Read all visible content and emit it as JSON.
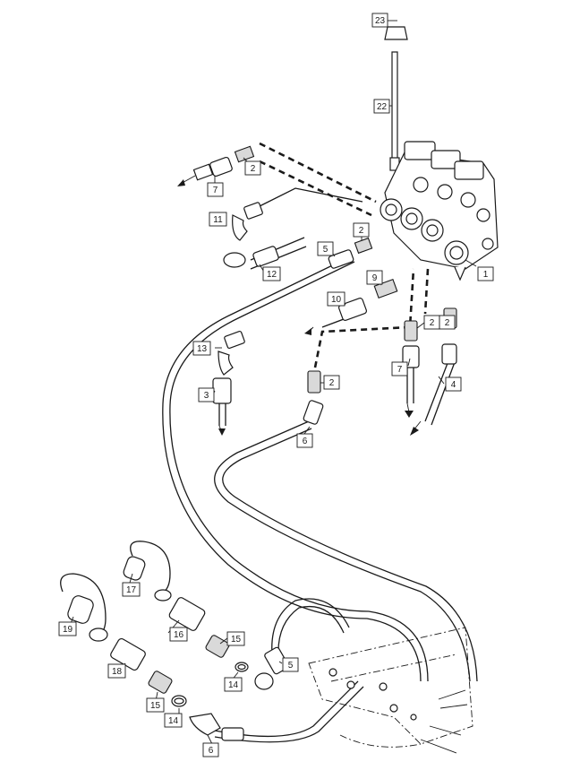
{
  "callouts": {
    "c1": "1",
    "c2a": "2",
    "c2b": "2",
    "c2c": "2",
    "c2d": "2",
    "c2e": "2",
    "c3": "3",
    "c4": "4",
    "c5a": "5",
    "c5b": "5",
    "c6a": "6",
    "c6b": "6",
    "c7a": "7",
    "c7b": "7",
    "c9": "9",
    "c10": "10",
    "c11": "11",
    "c12": "12",
    "c13": "13",
    "c14a": "14",
    "c14b": "14",
    "c15a": "15",
    "c15b": "15",
    "c16": "16",
    "c17": "17",
    "c18": "18",
    "c19": "19",
    "c22": "22",
    "c23": "23"
  },
  "colors": {
    "ink": "#1a1a1a",
    "paper": "#ffffff",
    "fill": "#d9d9d9"
  }
}
